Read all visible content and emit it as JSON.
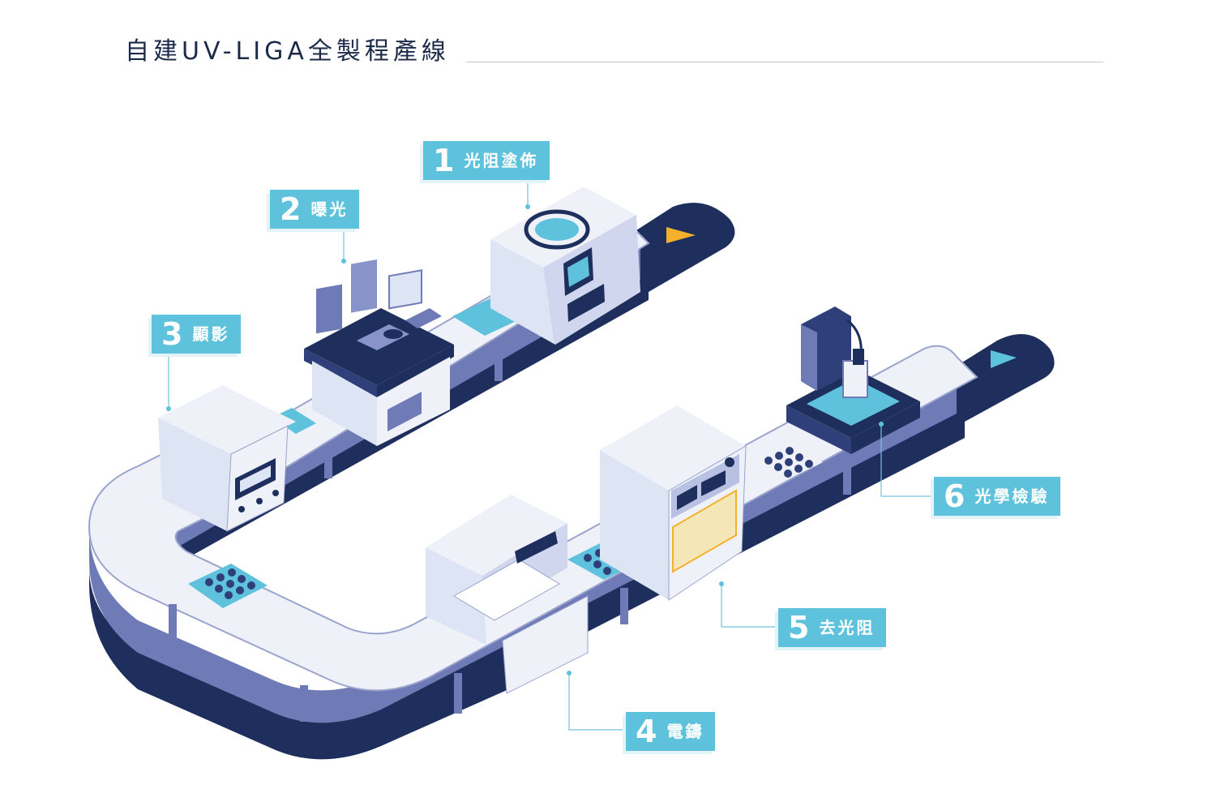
{
  "title": "自建UV-LIGA全製程產線",
  "colors": {
    "navy": "#1c2a4a",
    "belt_top": "#eef1f8",
    "belt_side": "#6f7bb6",
    "belt_dark": "#1e2f5e",
    "machine": "#dde4f4",
    "accent_cyan": "#5fc2dc",
    "arrow_yellow": "#f5b02e",
    "arrow_cyan": "#5fc2dc"
  },
  "steps": [
    {
      "number": "1",
      "label": "光阻塗佈"
    },
    {
      "number": "2",
      "label": "曝光"
    },
    {
      "number": "3",
      "label": "顯影"
    },
    {
      "number": "4",
      "label": "電鑄"
    },
    {
      "number": "5",
      "label": "去光阻"
    },
    {
      "number": "6",
      "label": "光學檢驗"
    }
  ]
}
